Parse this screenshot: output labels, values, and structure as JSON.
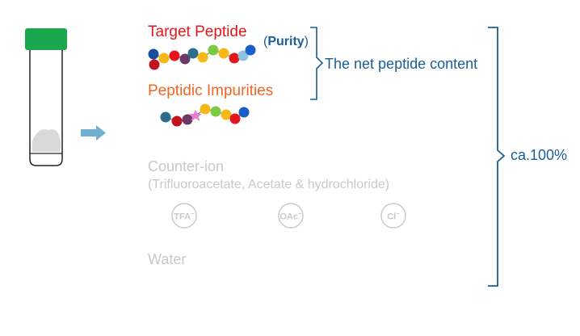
{
  "labels": {
    "target_peptide": "Target Peptide",
    "purity_open": "(",
    "purity": "Purity",
    "purity_close": ")",
    "net_content": "The net peptide content",
    "peptidic_impurities": "Peptidic Impurities",
    "counter_ion": "Counter-ion",
    "counter_ion_examples": "(Trifluoroacetate, Acetate & hydrochloride)",
    "water": "Water",
    "total": "ca.100%"
  },
  "ions": [
    "TFA",
    "OAc",
    "Cl"
  ],
  "colors": {
    "red": "#e3161b",
    "orange": "#f26522",
    "blue": "#1a5e96",
    "grey": "#c9c9c9",
    "cap_green": "#1aa84f",
    "arrow": "#6fb0d0"
  }
}
